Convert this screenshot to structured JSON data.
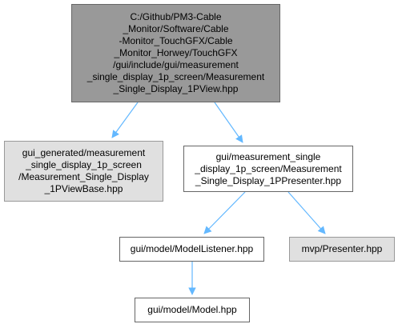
{
  "diagram": {
    "nodes": {
      "root": {
        "label": "C:/Github/PM3-Cable\n_Monitor/Software/Cable\n-Monitor_TouchGFX/Cable\n_Monitor_Horwey/TouchGFX\n/gui/include/gui/measurement\n_single_display_1p_screen/Measurement\n_Single_Display_1PView.hpp"
      },
      "viewbase": {
        "label": "gui_generated/measurement\n_single_display_1p_screen\n/Measurement_Single_Display\n_1PViewBase.hpp"
      },
      "presenter_hpp": {
        "label": "gui/measurement_single\n_display_1p_screen/Measurement\n_Single_Display_1PPresenter.hpp"
      },
      "model_listener": {
        "label": "gui/model/ModelListener.hpp"
      },
      "mvp_presenter": {
        "label": "mvp/Presenter.hpp"
      },
      "model": {
        "label": "gui/model/Model.hpp"
      }
    },
    "edges": [
      {
        "from": "root",
        "to": "viewbase"
      },
      {
        "from": "root",
        "to": "presenter_hpp"
      },
      {
        "from": "presenter_hpp",
        "to": "model_listener"
      },
      {
        "from": "presenter_hpp",
        "to": "mvp_presenter"
      },
      {
        "from": "model_listener",
        "to": "model"
      }
    ],
    "colors": {
      "edge": "#63b8ff",
      "root_fill": "#999999",
      "external_fill": "#e0e0e0",
      "node_fill": "#ffffff"
    }
  }
}
